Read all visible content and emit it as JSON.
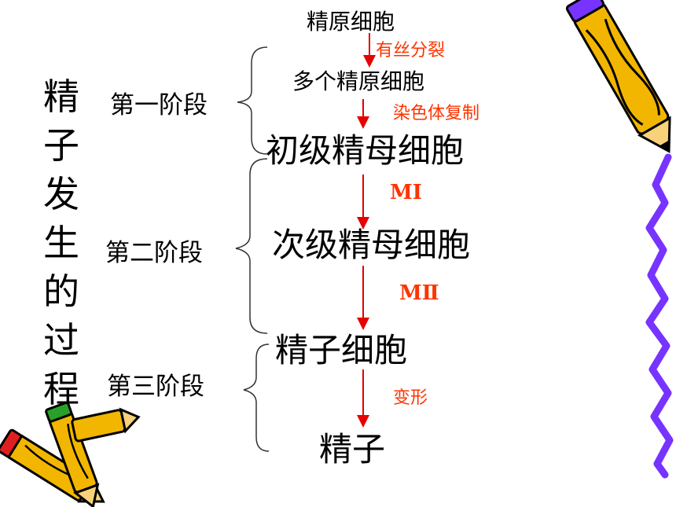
{
  "title_chars": [
    "精",
    "子",
    "发",
    "生",
    "的",
    "过",
    "程"
  ],
  "stages": {
    "first": "第一阶段",
    "second": "第二阶段",
    "third": "第三阶段"
  },
  "cells": {
    "spermatogonium": "精原细胞",
    "multi_spermatogonia": "多个精原细胞",
    "primary_spermatocyte": "初级精母细胞",
    "secondary_spermatocyte": "次级精母细胞",
    "spermatid": "精子细胞",
    "sperm": "精子"
  },
  "processes": {
    "mitosis": "有丝分裂",
    "chromosome_replication": "染色体复制",
    "meiosis_1": "MⅠ",
    "meiosis_2": "MⅡ",
    "transformation": "变形"
  },
  "colors": {
    "arrow": "#e60000",
    "process_text": "#ff3300",
    "brace": "#333333",
    "squiggle": "#7733ff",
    "crayon": "#f2b600"
  }
}
